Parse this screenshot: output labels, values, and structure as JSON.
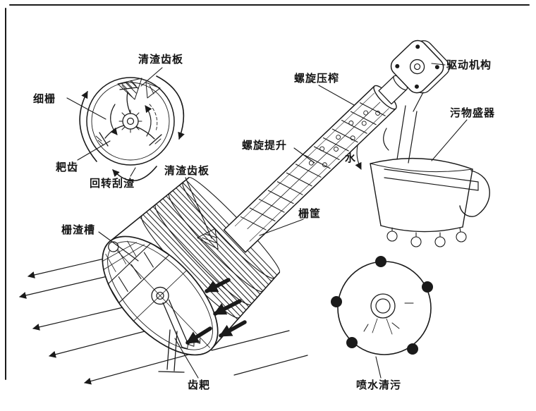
{
  "figure": {
    "labels": {
      "cleaning_tooth_plate_top": "清渣齿板",
      "fine_screen": "细栅",
      "rake_teeth": "耙齿",
      "rotary_scraping": "回转刮渣",
      "cleaning_tooth_plate_mid": "清渣齿板",
      "screw_press": "螺旋压榨",
      "screw_lift": "螺旋提升",
      "drive_mechanism": "驱动机构",
      "waste_container": "污物盛器",
      "water": "水",
      "screen_basket": "栅筐",
      "screenings_trough": "栅渣槽",
      "tooth_rake": "齿耙",
      "spray_cleaning": "喷水清污"
    },
    "colors": {
      "ink": "#1a1a1a",
      "paper": "#ffffff"
    }
  }
}
